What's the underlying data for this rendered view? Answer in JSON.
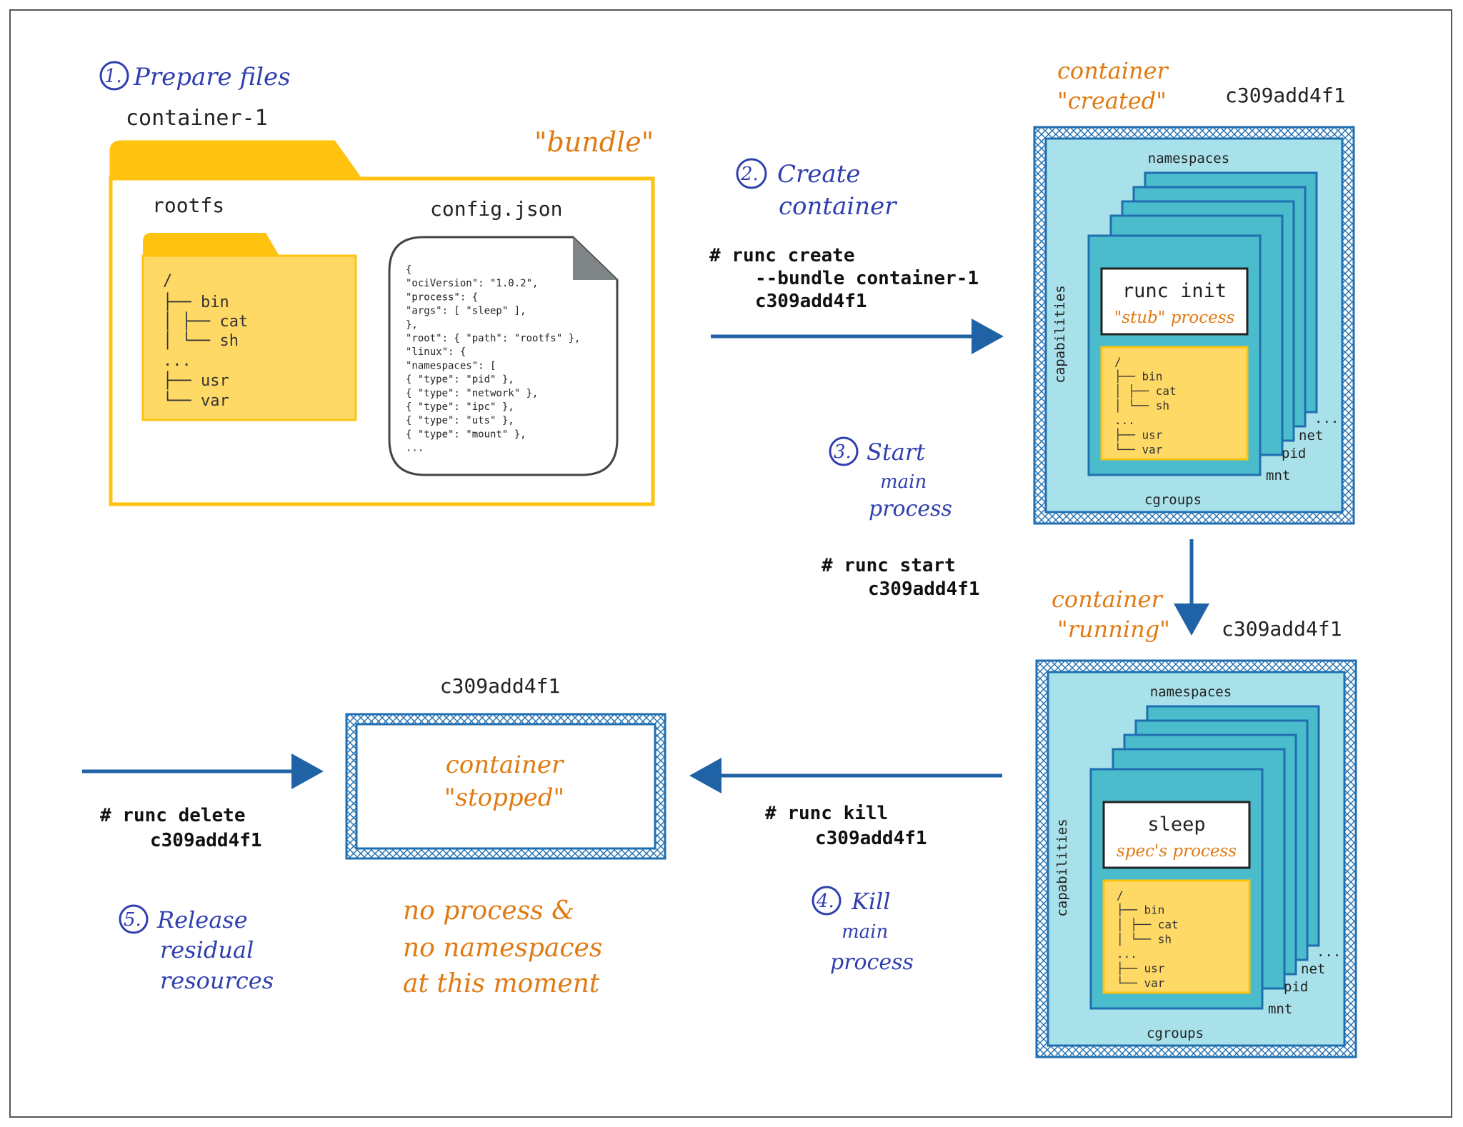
{
  "steps": {
    "s1": {
      "num": "1.",
      "label": "Prepare files"
    },
    "s2": {
      "num": "2.",
      "line1": "Create",
      "line2": "container"
    },
    "s3": {
      "num": "3.",
      "line1": "Start",
      "line2": "main",
      "line3": "process"
    },
    "s4": {
      "num": "4.",
      "line1": "Kill",
      "line2": "main",
      "line3": "process"
    },
    "s5": {
      "num": "5.",
      "line1": "Release",
      "line2": "residual",
      "line3": "resources"
    }
  },
  "bundle": {
    "dir_name": "container-1",
    "tag": "\"bundle\"",
    "rootfs_label": "rootfs",
    "config_label": "config.json",
    "tree": [
      "/",
      "├── bin",
      "│   ├── cat",
      "│   └── sh",
      "...",
      "├── usr",
      "└── var"
    ],
    "tree_lines": [
      "/",
      "├── bin",
      "│   ├── cat",
      "│   └── sh",
      "│",
      "...",
      "├── usr",
      "└── var"
    ],
    "json_lines": [
      "{",
      "  \"ociVersion\": \"1.0.2\",",
      "  \"process\": {",
      "    \"args\": [ \"sleep\" ],",
      "  },",
      "  \"root\": { \"path\": \"rootfs\" },",
      "  \"linux\": {",
      "    \"namespaces\": [",
      "      { \"type\": \"pid\" },",
      "      { \"type\": \"network\" },",
      "      { \"type\": \"ipc\" },",
      "      { \"type\": \"uts\" },",
      "      { \"type\": \"mount\" },",
      "      ..."
    ]
  },
  "commands": {
    "create": [
      "# runc create",
      "--bundle container-1",
      "c309add4f1"
    ],
    "start": [
      "# runc start",
      "c309add4f1"
    ],
    "kill": [
      "# runc kill",
      "c309add4f1"
    ],
    "delete": [
      "# runc delete",
      "c309add4f1"
    ]
  },
  "created": {
    "state1": "container",
    "state2": "\"created\"",
    "id": "c309add4f1",
    "proc_title": "runc init",
    "proc_sub": "\"stub\" process"
  },
  "running": {
    "state1": "container",
    "state2": "\"running\"",
    "id": "c309add4f1",
    "proc_title": "sleep",
    "proc_sub": "spec's process"
  },
  "stopped": {
    "id": "c309add4f1",
    "state1": "container",
    "state2": "\"stopped\"",
    "note1": "no process &",
    "note2": "no namespaces",
    "note3": "at this moment"
  },
  "labels": {
    "namespaces": "namespaces",
    "cgroups": "cgroups",
    "capabilities": "capabilities",
    "ns_more": "...",
    "net": "net",
    "pid": "pid",
    "mnt": "mnt"
  },
  "mini_tree": [
    "/",
    "├── bin",
    "│  ├── cat",
    "│  └── sh",
    "...",
    "├── usr",
    "└── var"
  ],
  "colors": {
    "blue_text": "#2f3fae",
    "orange_text": "#e07a12",
    "folder_yellow": "#ffc20e",
    "folder_fill": "#ffd966",
    "container_border": "#1f6fb0",
    "container_fill": "#a8e1ea",
    "ns_fill": "#4bbccc",
    "arrow": "#1f63a6"
  }
}
